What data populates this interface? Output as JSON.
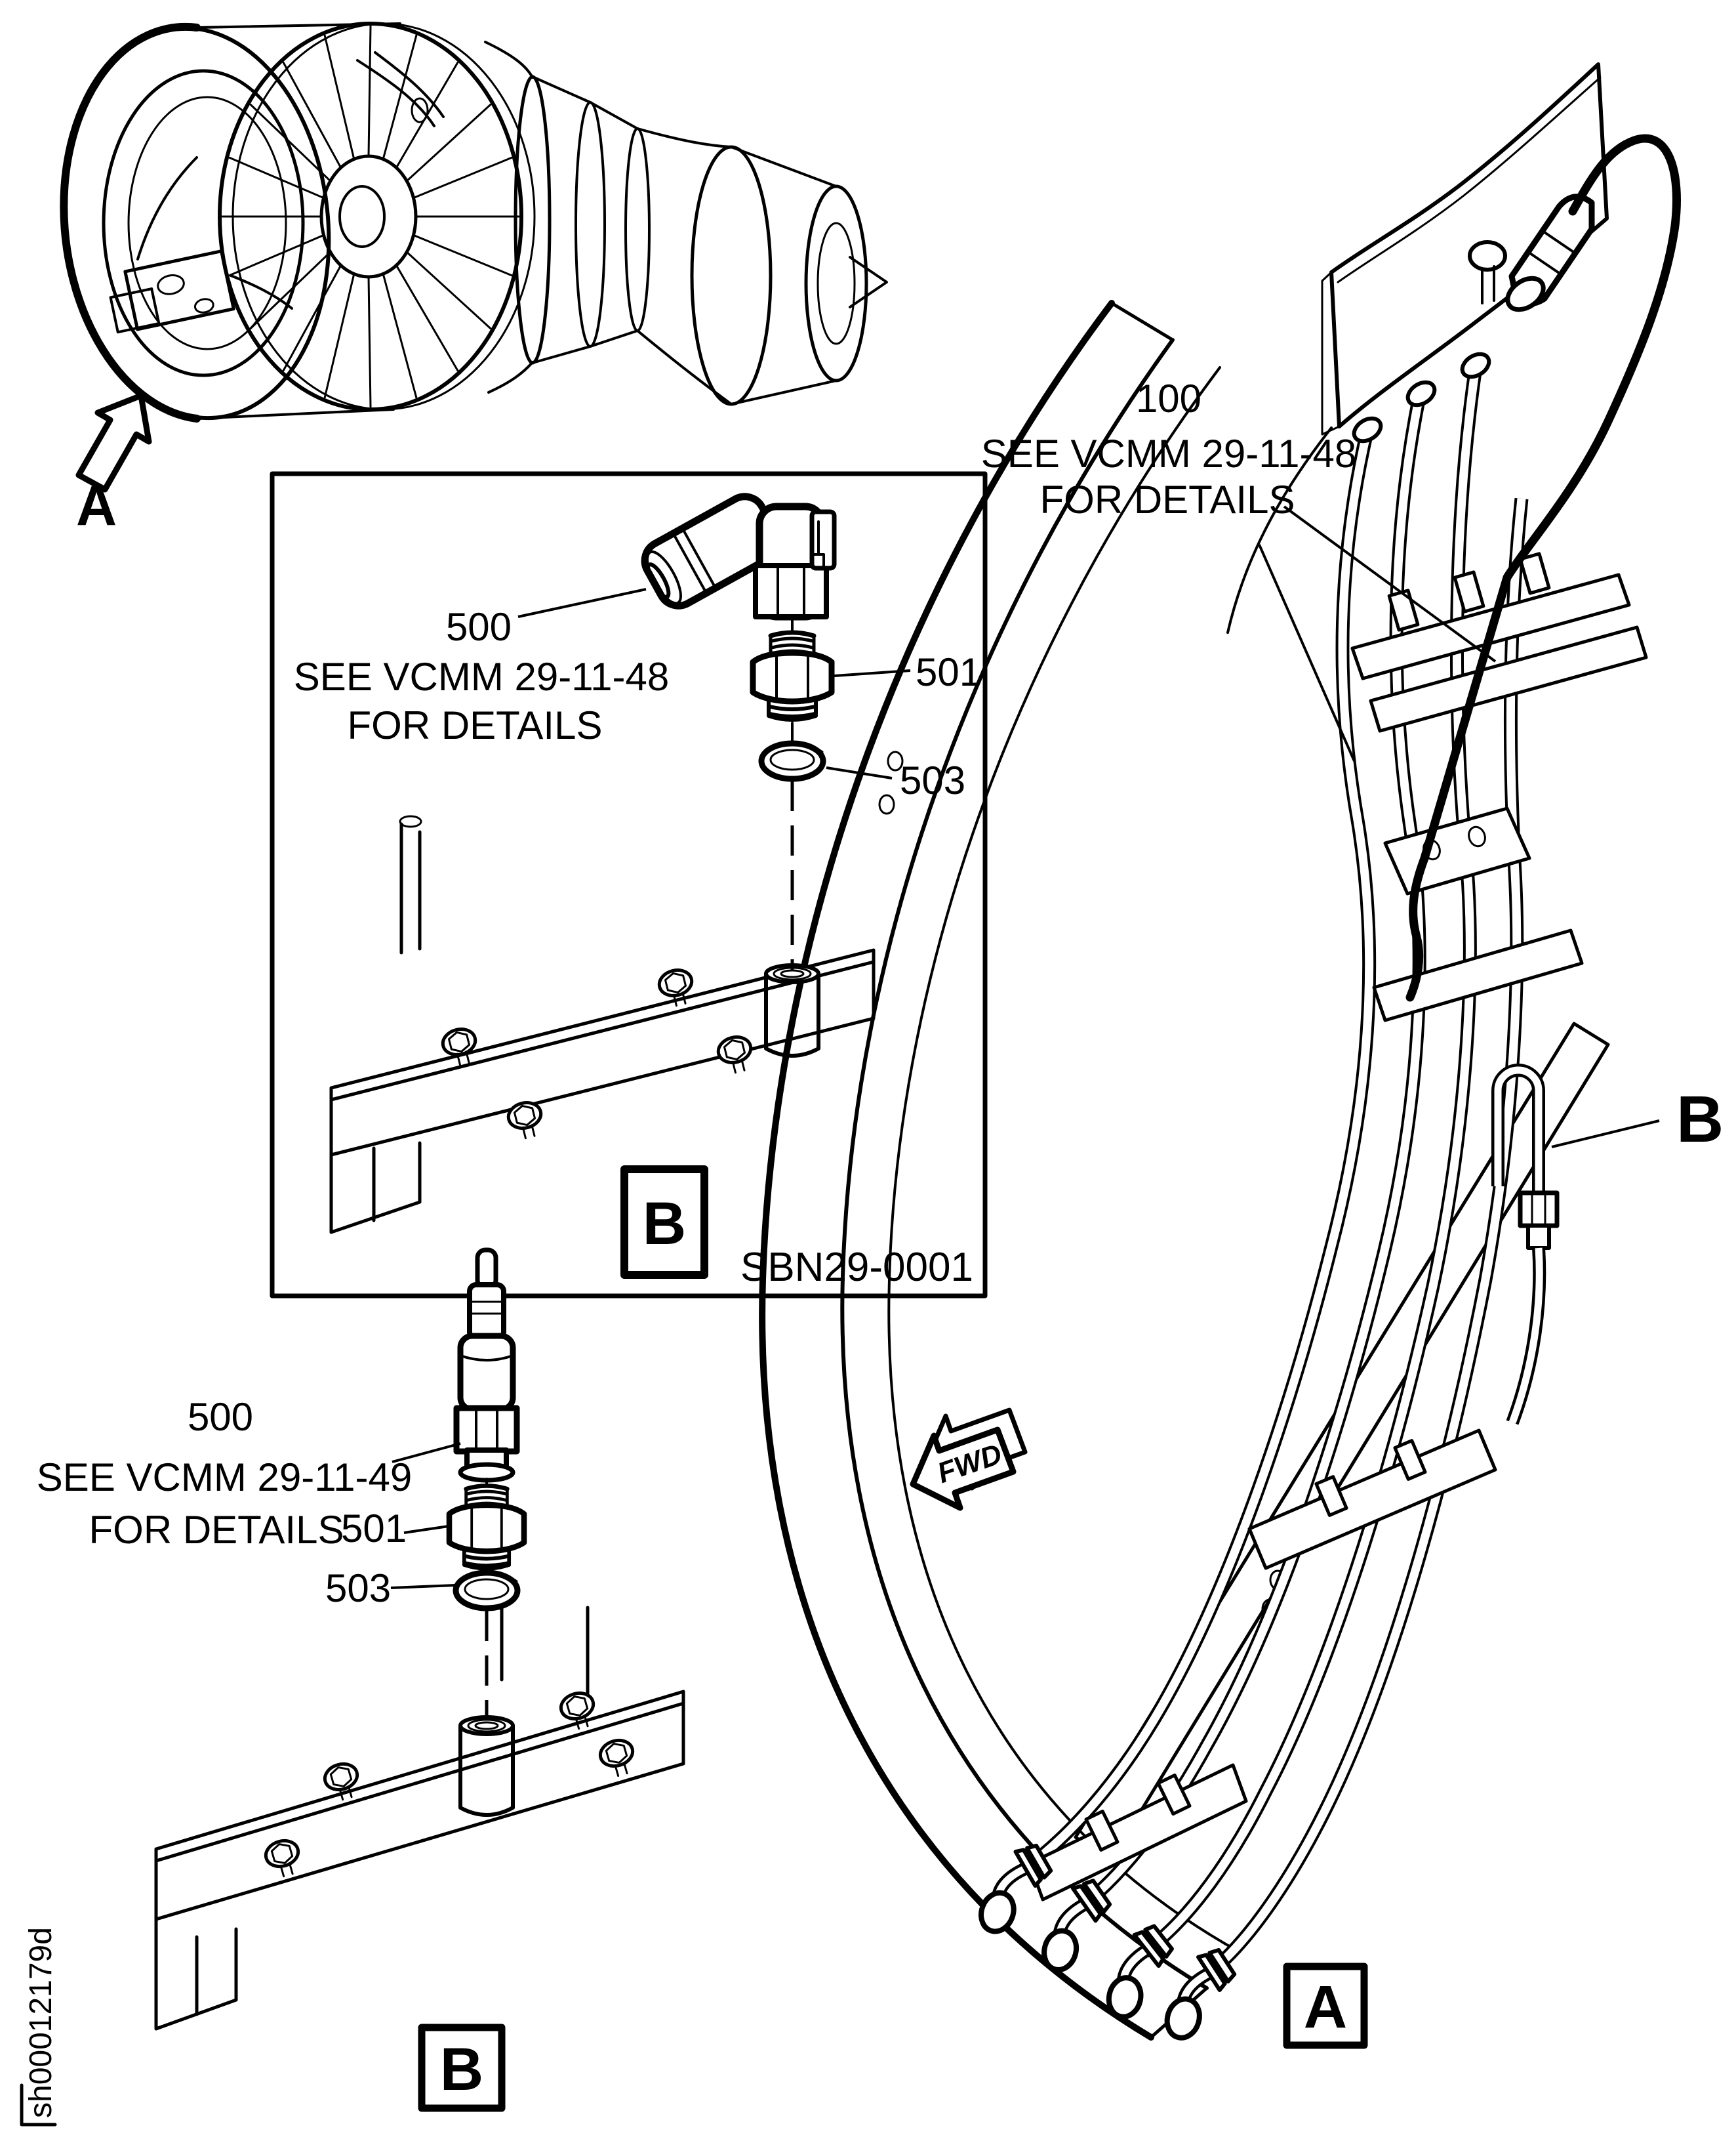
{
  "colors": {
    "ink": "#000000",
    "paper": "#ffffff"
  },
  "sheet": {
    "code": "sh00012179d"
  },
  "engine_view": {
    "arrow_label": "A"
  },
  "detail_box": {
    "callout_500": "500",
    "note_500_line1": "SEE VCMM 29-11-48",
    "note_500_line2": "FOR DETAILS",
    "callout_501": "501",
    "callout_503": "503",
    "view_label": "B",
    "drawing_ref": "SBN29-0001"
  },
  "lower_detail": {
    "callout_500": "500",
    "note_500_line1": "SEE VCMM 29-11-49",
    "note_500_line2": "FOR DETAILS",
    "callout_501": "501",
    "callout_503": "503",
    "view_label": "B"
  },
  "main_view": {
    "callout_100": "100",
    "note_100_line1": "SEE VCMM 29-11-48",
    "note_100_line2": "FOR DETAILS",
    "detail_pointer_label": "B",
    "direction_label": "FWD",
    "view_label": "A"
  }
}
